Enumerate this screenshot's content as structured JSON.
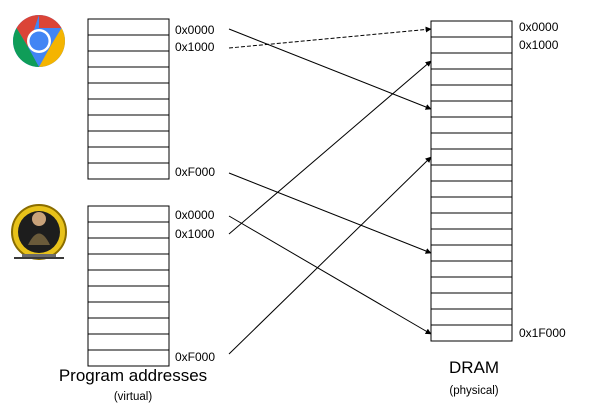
{
  "program1": {
    "icon": "chrome-icon",
    "addresses": [
      "0x0000",
      "0x1000",
      "0xF000"
    ]
  },
  "program2": {
    "icon": "game-character-icon",
    "addresses": [
      "0x0000",
      "0x1000",
      "0xF000"
    ]
  },
  "dram": {
    "addresses": [
      "0x0000",
      "0x1000",
      "0x1F000"
    ],
    "label": "DRAM",
    "sublabel": "(physical)"
  },
  "program_label": "Program addresses",
  "program_sublabel": "(virtual)",
  "colors": {
    "line": "#000000",
    "chrome_red": "#db4437",
    "chrome_green": "#0f9d58",
    "chrome_yellow": "#f4b400",
    "chrome_blue": "#4285f4",
    "game_gold": "#e8c21a"
  }
}
